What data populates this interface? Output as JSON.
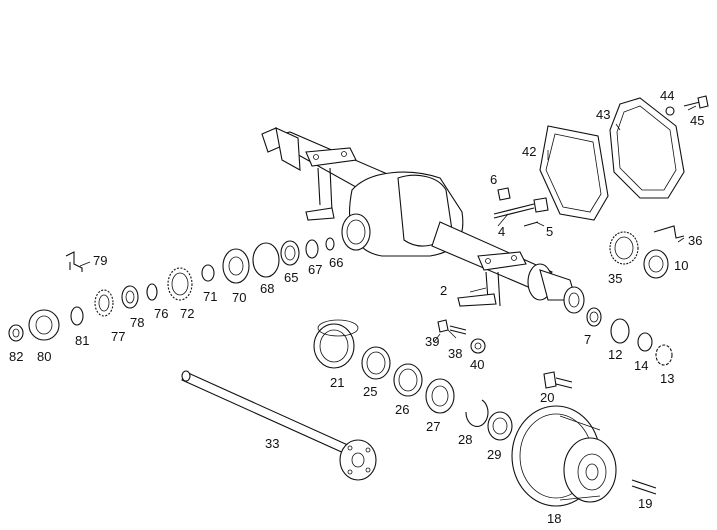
{
  "diagram": {
    "labels": {
      "n2": "2",
      "n4": "4",
      "n5": "5",
      "n6": "6",
      "n7": "7",
      "n10": "10",
      "n12": "12",
      "n13": "13",
      "n14": "14",
      "n18": "18",
      "n19": "19",
      "n20": "20",
      "n21": "21",
      "n25": "25",
      "n26": "26",
      "n27": "27",
      "n28": "28",
      "n29": "29",
      "n33": "33",
      "n35": "35",
      "n36": "36",
      "n38": "38",
      "n39": "39",
      "n40": "40",
      "n42": "42",
      "n43": "43",
      "n44": "44",
      "n45": "45",
      "n65": "65",
      "n66": "66",
      "n67": "67",
      "n68": "68",
      "n70": "70",
      "n71": "71",
      "n72": "72",
      "n76": "76",
      "n77": "77",
      "n78": "78",
      "n79": "79",
      "n80": "80",
      "n81": "81",
      "n82": "82"
    }
  }
}
